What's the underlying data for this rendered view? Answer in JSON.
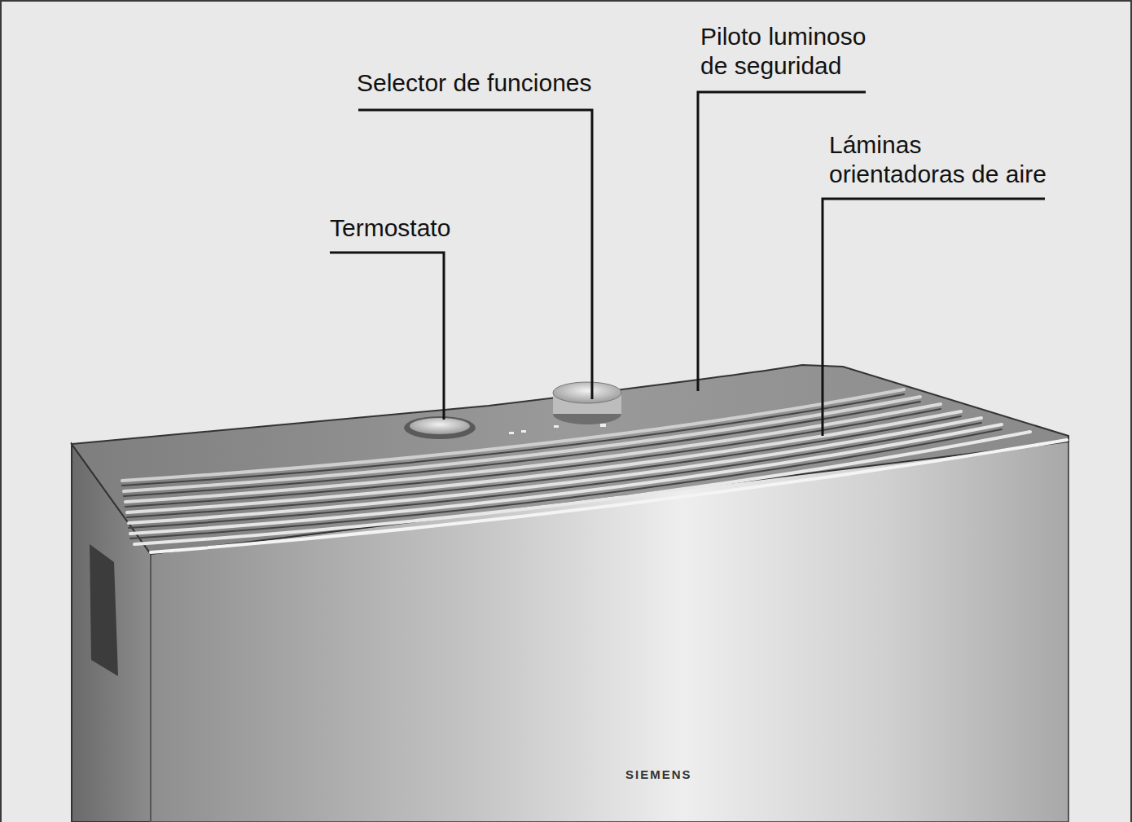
{
  "diagram": {
    "labels": [
      "Termostato",
      "Selector de funciones",
      "Piloto luminoso de seguridad",
      "Láminas orientadoras de aire",
      "SIEMENS"
    ]
  }
}
